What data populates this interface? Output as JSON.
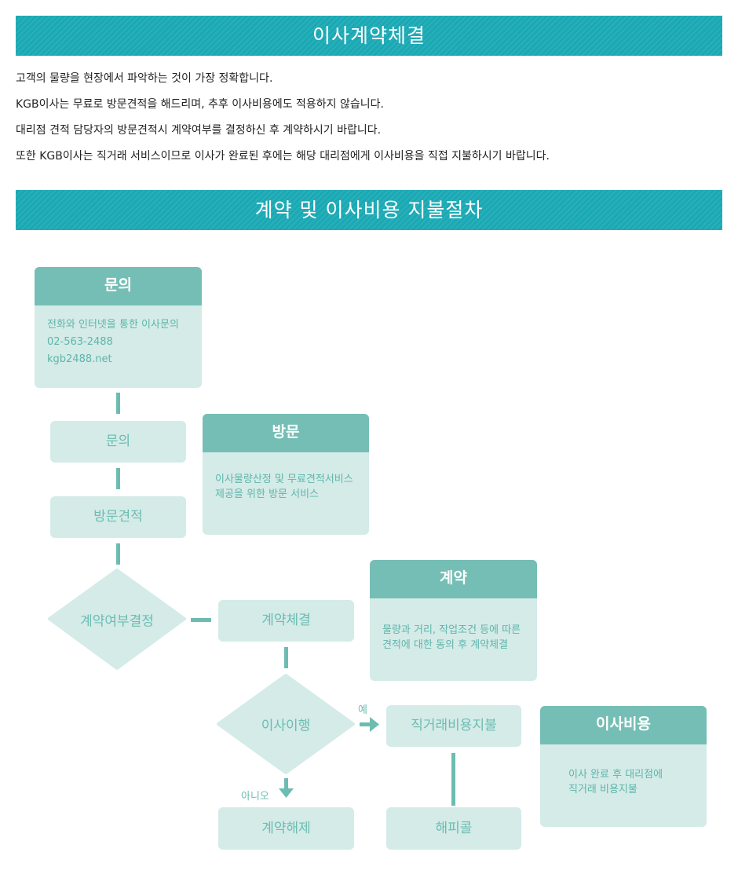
{
  "sections": {
    "contract_title": "이사계약체결",
    "payment_title": "계약 및 이사비용 지불절차"
  },
  "intro_lines": [
    "고객의 물량을 현장에서 파악하는 것이 가장 정확합니다.",
    "KGB이사는 무료로 방문견적을 해드리며, 추후 이사비용에도 적용하지 않습니다.",
    "대리점 견적 담당자의 방문견적시 계약여부를 결정하신 후 계약하시기 바랍니다.",
    "또한 KGB이사는 직거래 서비스이므로 이사가 완료된 후에는 해당 대리점에게 이사비용을 직접 지불하시기 바랍니다."
  ],
  "cards": {
    "inquiry": {
      "title": "문의",
      "lines": [
        "전화와 인터넷을 통한 이사문의",
        "02-563-2488",
        "kgb2488.net"
      ]
    },
    "visit": {
      "title": "방문",
      "lines": [
        "이사물량산정 및 무료견적서비스",
        "제공을 위한 방문 서비스"
      ]
    },
    "contract": {
      "title": "계약",
      "lines": [
        "물량과 거리, 작업조건 등에 따른",
        "견적에 대한 동의 후 계약체결"
      ]
    },
    "moving_cost": {
      "title": "이사비용",
      "lines": [
        "이사 완료 후 대리점에",
        "직거래 비용지불"
      ]
    }
  },
  "flow": {
    "inquiry": "문의",
    "visit_estimate": "방문견적",
    "contract_decision": "계약여부결정",
    "contract_signing": "계약체결",
    "moving_done": "이사이행",
    "yes_label": "예",
    "no_label": "아니오",
    "direct_payment": "직거래비용지불",
    "contract_cancel": "계약해제",
    "happy_call": "해피콜"
  },
  "colors": {
    "banner": "#1aa9b4",
    "card_header": "#75beb5",
    "card_body": "#d4ebe8",
    "flow_text": "#6cbcb2"
  }
}
